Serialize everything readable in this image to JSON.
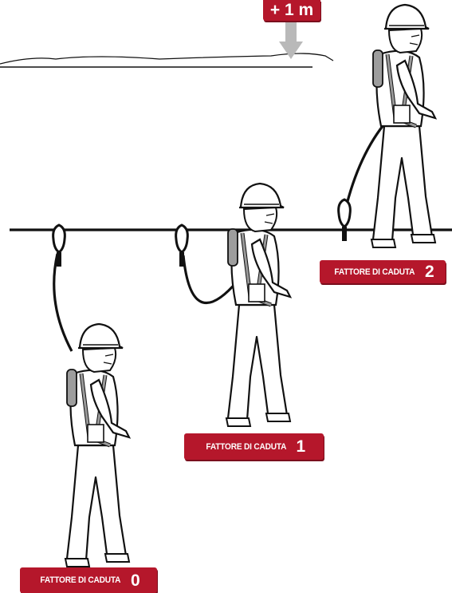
{
  "height_marker": {
    "label": "+ 1 m"
  },
  "fall_factors": [
    {
      "label": "FATTORE DI CADUTA",
      "value": "2"
    },
    {
      "label": "FATTORE DI CADUTA",
      "value": "1"
    },
    {
      "label": "FATTORE DI CADUTA",
      "value": "0"
    }
  ],
  "colors": {
    "accent": "#b5172b",
    "line": "#111111",
    "arrow": "#b9b9b9"
  }
}
